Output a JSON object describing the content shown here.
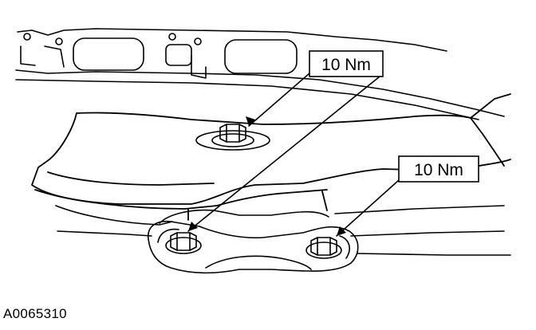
{
  "figure": {
    "id_label": "A0065310",
    "callouts": [
      {
        "label": "10 Nm"
      },
      {
        "label": "10 Nm"
      }
    ]
  },
  "colors": {
    "ink": "#000000",
    "background": "#ffffff"
  }
}
